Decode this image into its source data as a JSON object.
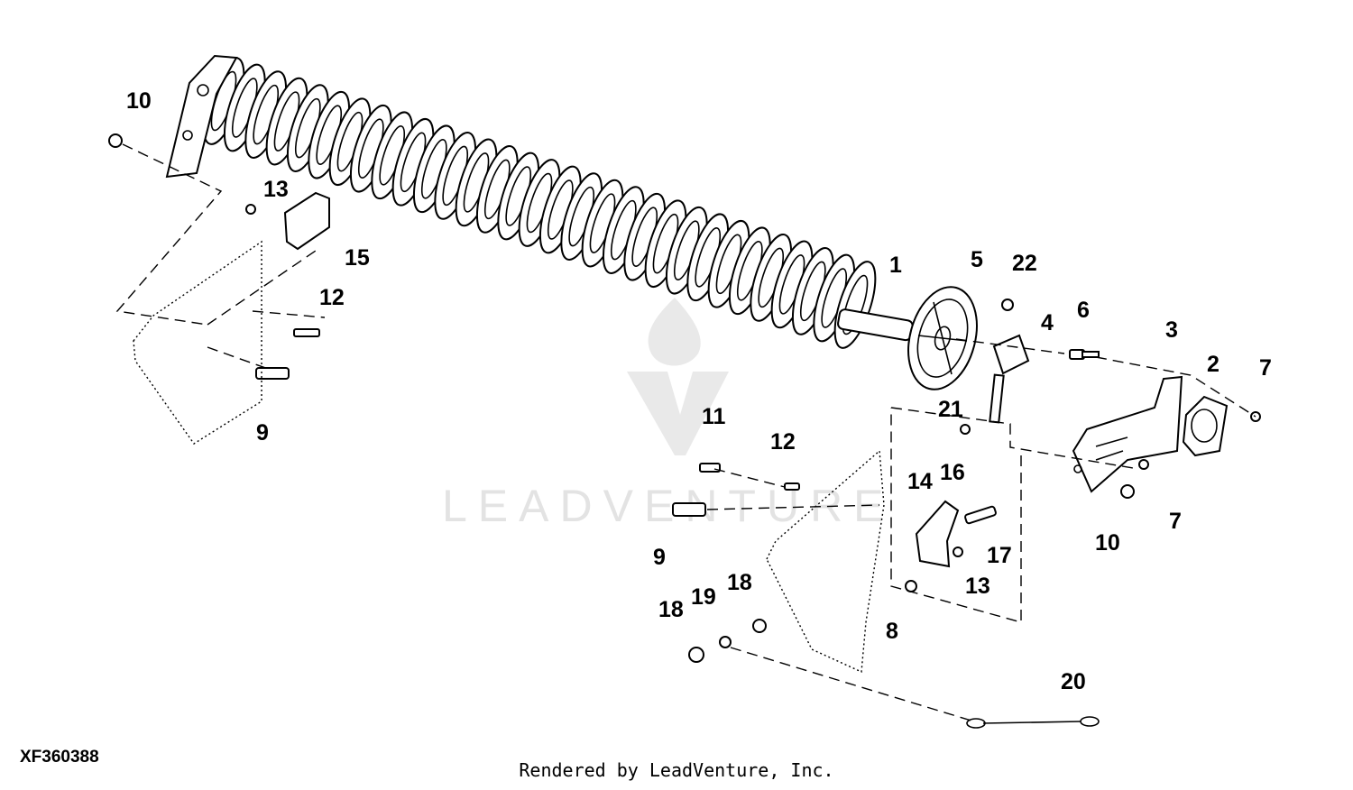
{
  "drawing_id": "XF360388",
  "footer": "Rendered by LeadVenture, Inc.",
  "watermark": "LEADVENTURE",
  "callouts": [
    "10",
    "13",
    "15",
    "12",
    "9",
    "1",
    "5",
    "22",
    "4",
    "6",
    "3",
    "2",
    "7",
    "21",
    "16",
    "11",
    "12",
    "14",
    "17",
    "7",
    "10",
    "9",
    "13",
    "18",
    "19",
    "18",
    "8",
    "20"
  ]
}
